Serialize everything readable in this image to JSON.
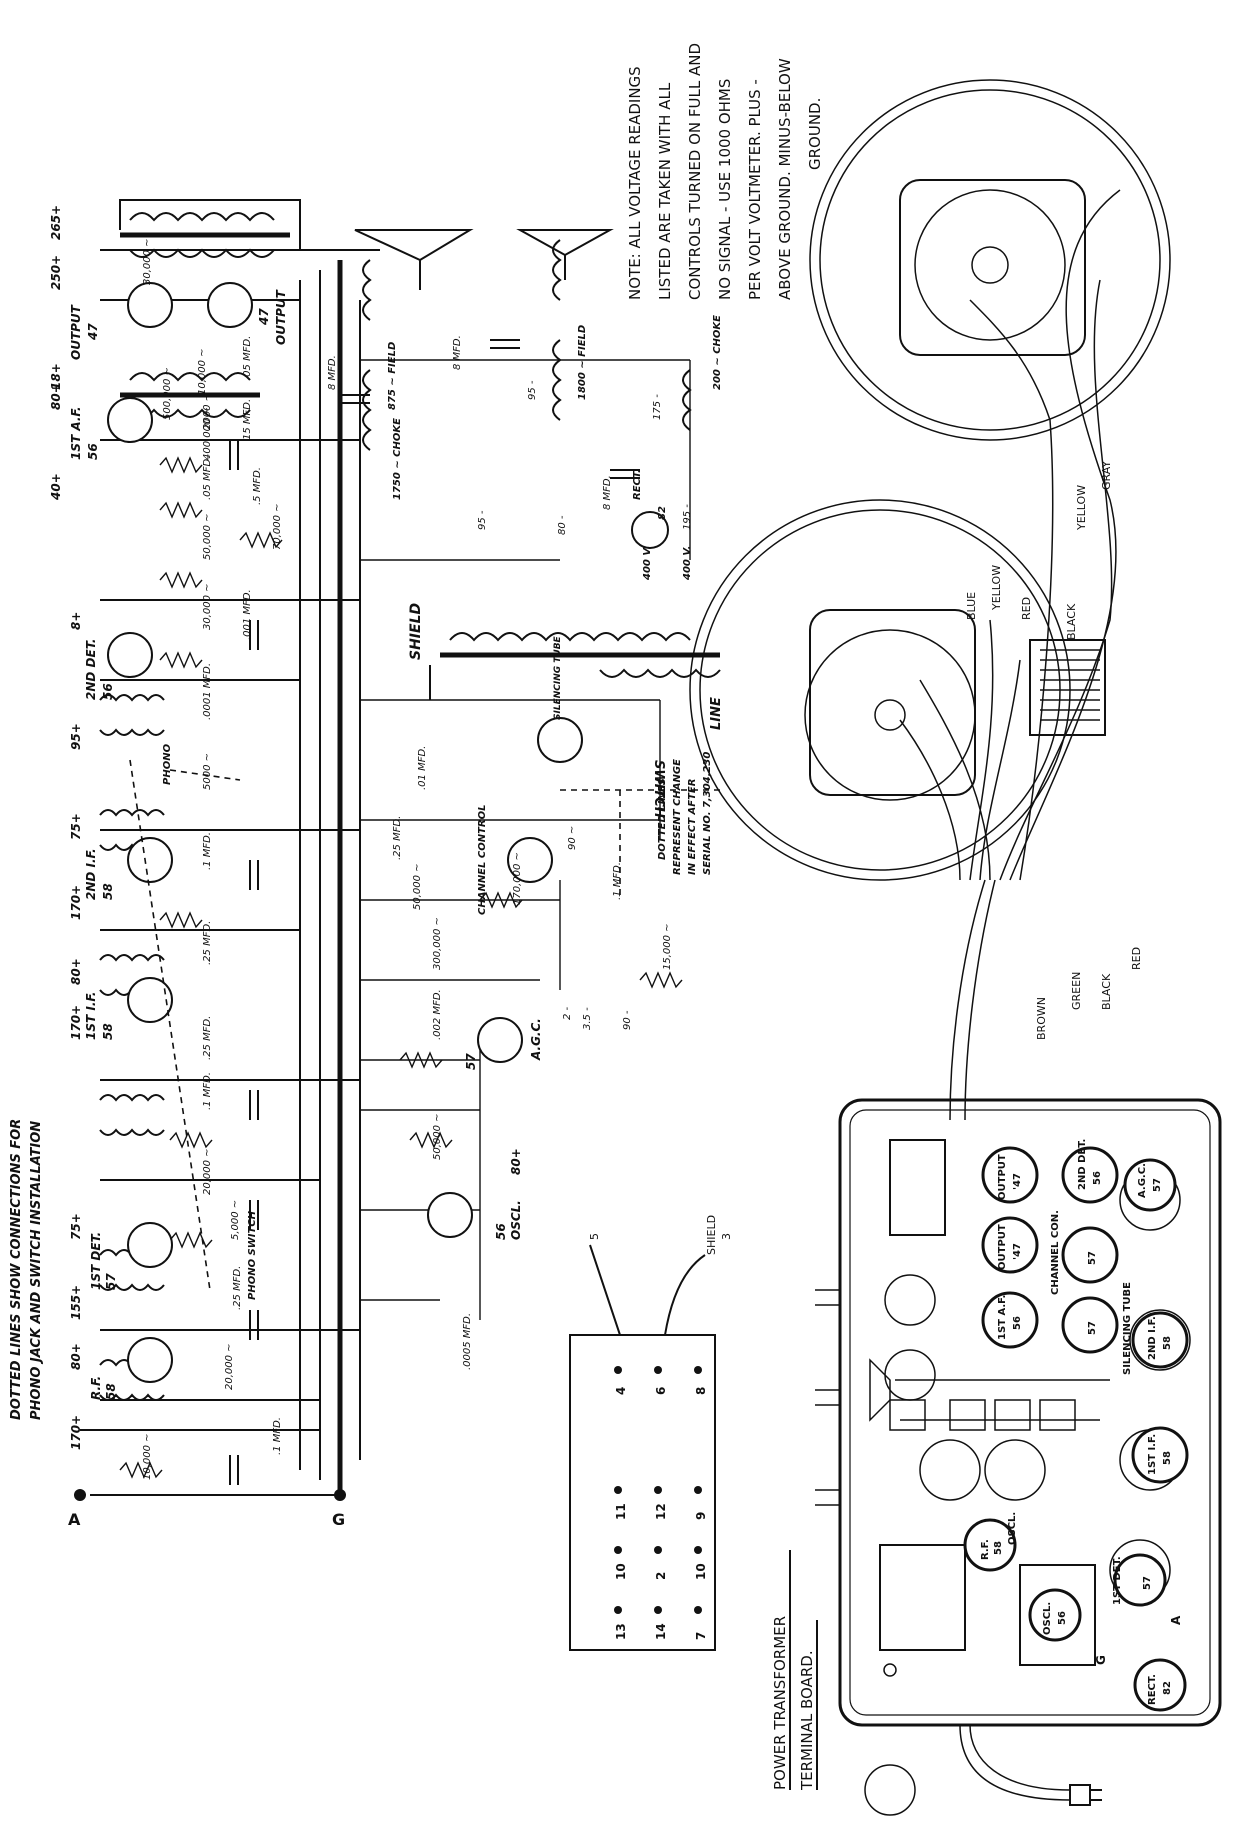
{
  "note": {
    "lines": [
      "NOTE: ALL VOLTAGE READINGS",
      "LISTED ARE TAKEN WITH ALL",
      "CONTROLS TURNED ON FULL AND",
      "NO SIGNAL - USE 1000 OHMS",
      "PER VOLT VOLTMETER. PLUS -",
      "ABOVE GROUND. MINUS-BELOW",
      "GROUND."
    ]
  },
  "dotted_lines_note": {
    "line1": "DOTTED LINES SHOW CONNECTIONS FOR",
    "line2": "PHONO JACK AND SWITCH INSTALLATION"
  },
  "change_note": {
    "line1": "DOTTED LINES",
    "line2": "REPRESENT CHANGE",
    "line3": "IN EFFECT AFTER",
    "line4": "SERIAL NO. 7,304,230"
  },
  "power_transformer": {
    "title_line1": "POWER TRANSFORMER",
    "title_line2": "TERMINAL BOARD.",
    "lead_5": "5",
    "lead_3": "3",
    "lead_shield": "SHIELD",
    "terminals": [
      "13",
      "10",
      "11",
      "4",
      "14",
      "2",
      "12",
      "6",
      "7",
      "10",
      "9",
      "8"
    ]
  },
  "schematic": {
    "terminal_a": "A",
    "terminal_g": "G",
    "shield": "SHIELD",
    "switch": "SWITCH",
    "line": "LINE",
    "phono": "PHONO",
    "phono_switch": "PHONO SWITCH",
    "silencing_tube": "SILENCING TUBE",
    "channel_control": "CHANNEL CONTROL",
    "choke_1750": "1750 ~ CHOKE",
    "choke_200": "200 ~ CHOKE",
    "field_875": "875 ~ FIELD",
    "field_1800": "1800 ~ FIELD",
    "rect": "RECT.",
    "rect_82": "82",
    "v400a": "400 V.",
    "v400b": "400 V.",
    "tubes": [
      {
        "label": "R.F.",
        "type": "58",
        "volts_top": "80+",
        "volts_bot": "170+"
      },
      {
        "label": "1ST DET.",
        "type": "57",
        "volts_top": "75+",
        "volts_bot": "155+"
      },
      {
        "label": "OSCL.",
        "type": "56",
        "volts_top": "80+",
        "volts_bot": ""
      },
      {
        "label": "1ST I.F.",
        "type": "58",
        "volts_top": "80+",
        "volts_bot": "170+"
      },
      {
        "label": "A.G.C.",
        "type": "57",
        "volts_top": "",
        "volts_bot": ""
      },
      {
        "label": "2ND I.F.",
        "type": "58",
        "volts_top": "75+",
        "volts_bot": "170+"
      },
      {
        "label": "2ND DET.",
        "type": "56",
        "volts_top": "8+",
        "volts_bot": "95+"
      },
      {
        "label": "1ST A.F.",
        "type": "56",
        "volts_top": "80+",
        "volts_bot": "40+"
      },
      {
        "label": "OUTPUT",
        "type": "47",
        "volts_top": "250+",
        "volts_bot": "18+"
      },
      {
        "label": "OUTPUT",
        "type": "47",
        "volts_top": "265+",
        "volts_bot": ""
      }
    ],
    "values": {
      "r1": "10,000 ~",
      "c1": ".1 MFD.",
      "r_osc": "20,000 ~",
      "c_osc": ".25 MFD.",
      "c_pad": ".0005 MFD.",
      "r_5000": "5,000 ~",
      "r_20000": "20,000 ~",
      "c_1mfd": ".1 MFD.",
      "c_25": ".25 MFD.",
      "r_50000": "50,000 ~",
      "c_002": ".002 MFD.",
      "r_300000": "300,000 ~",
      "r_50000b": "50,000 ~",
      "c_25b": ".25 MFD.",
      "c_1mfdb": ".1 MFD.",
      "r_5000b": "5000 ~",
      "c_0001": ".0001 MFD.",
      "r_30000": "30,000 ~",
      "r_50000c": "50,000 ~",
      "c_001": ".001 MFD.",
      "r_70000": "70,000 ~",
      "c_05": ".05 MFD.",
      "r_400000": "400,000 ~",
      "r_500000": "500,000 ~",
      "c_5mfd": ".5 MFD.",
      "c_15": "15 MFD.",
      "r_2000": "2000 ~",
      "c_8mfd": "8 MFD.",
      "c_8mfdb": "8 MFD.",
      "c_8mfdc": "8 MFD.",
      "c_05b": ".05 MFD.",
      "r_30000b": "30,000 ~",
      "r_10000": "10,000 ~",
      "r_170000": "170,000 ~",
      "c_1mfdc": ".1 MFD.",
      "r_15000": "15,000 ~",
      "r_90": "90 ~",
      "c_01": ".01 MFD.",
      "c_25c": ".25 MFD.",
      "v95": "95 -",
      "v80": "80 -",
      "v95b": "95 -",
      "v175": "175 -",
      "v195": "195 -",
      "v2": "2 -",
      "v35": "3.5 -",
      "v90": "90 -"
    }
  },
  "speakers": {
    "wires_top": [
      "YELLOW",
      "GRAY"
    ],
    "wires_mid": [
      "BLUE",
      "YELLOW",
      "RED",
      "BLACK"
    ],
    "wires_bot": [
      "BROWN",
      "GREEN",
      "BLACK",
      "RED"
    ]
  },
  "chassis": {
    "tubes": [
      {
        "label": "OUTPUT",
        "type": "'47"
      },
      {
        "label": "2ND DET.",
        "type": "56"
      },
      {
        "label": "A.G.C.",
        "type": "57"
      },
      {
        "label": "OUTPUT",
        "type": "'47"
      },
      {
        "label": "CHANNEL CON.",
        "type": "57"
      },
      {
        "label": "1ST A.F.",
        "type": "56"
      },
      {
        "label": "SILENCING TUBE",
        "type": "57"
      },
      {
        "label": "2ND I.F.",
        "type": "58"
      },
      {
        "label": "1ST I.F.",
        "type": "58"
      },
      {
        "label": "R.F.",
        "type": "58"
      },
      {
        "label": "OSCL.",
        "type": "56"
      },
      {
        "label": "1ST DET.",
        "type": "57"
      },
      {
        "label": "RECT.",
        "type": "82"
      }
    ],
    "oscl_label": "OSCL.",
    "g_mark": "G",
    "a_mark": "A"
  }
}
